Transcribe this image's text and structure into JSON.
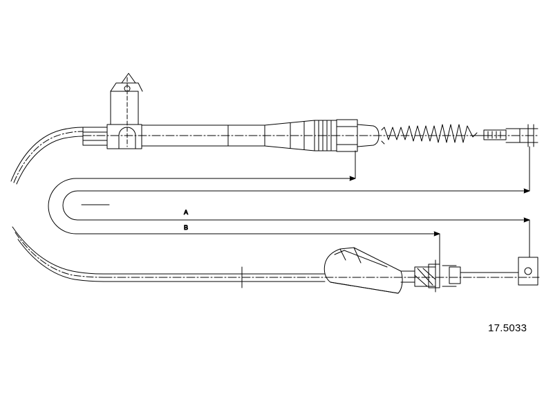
{
  "drawing": {
    "part_number": "17.5033",
    "dimension_a_label": "A",
    "dimension_b_label": "B",
    "line_color": "#000000",
    "background": "#ffffff"
  }
}
